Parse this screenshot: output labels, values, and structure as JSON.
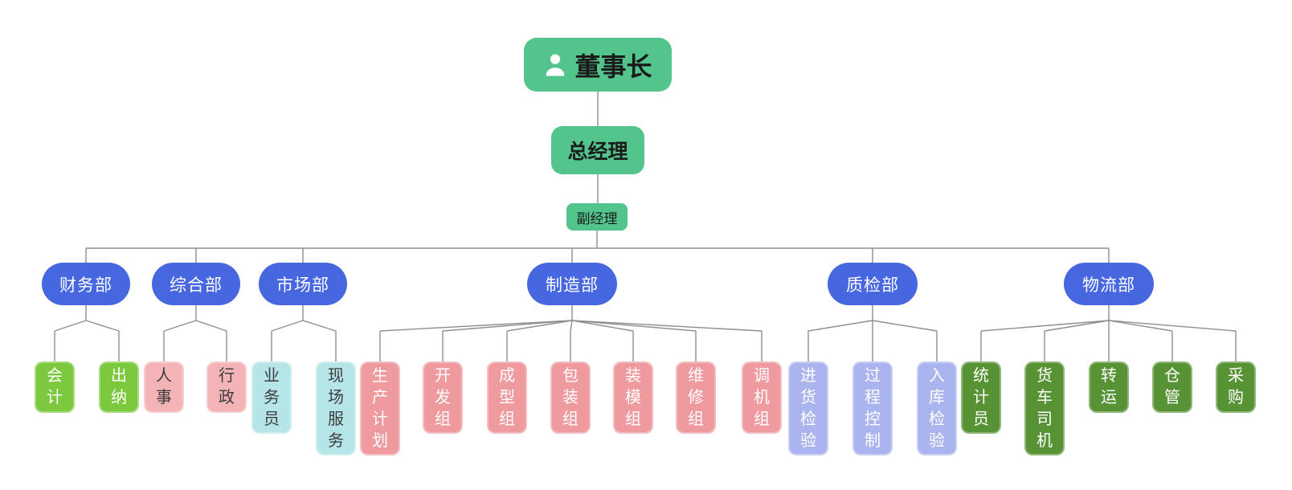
{
  "page": {
    "background_color": "#ffffff",
    "description": "Company organizational chart"
  },
  "org_chart": {
    "palettes": {
      "executive": {
        "bg": "#52c48c",
        "text": "#1b1b1b"
      },
      "department": {
        "bg": "#4767e1",
        "text": "#ffffff"
      },
      "finance": {
        "bg": "#7cc83e",
        "text": "#ffffff"
      },
      "admin": {
        "bg": "#f4b3b7",
        "text": "#3c3c3c"
      },
      "market": {
        "bg": "#b6e5e8",
        "text": "#3c3c3c"
      },
      "manufacture": {
        "bg": "#ef9a9e",
        "text": "#ffffff"
      },
      "quality": {
        "bg": "#aab4ee",
        "text": "#ffffff"
      },
      "logistics": {
        "bg": "#579334",
        "text": "#ffffff"
      }
    },
    "connector_color": "#8f8f8f",
    "root": {
      "id": "chairman",
      "label": "董事长",
      "palette": "executive",
      "icon": "person-icon",
      "children": [
        {
          "id": "general-manager",
          "label": "总经理",
          "palette": "executive",
          "children": [
            {
              "id": "deputy-manager",
              "label": "副经理",
              "palette": "executive",
              "children": [
                {
                  "id": "finance-dept",
                  "label": "财务部",
                  "palette": "department",
                  "children": [
                    {
                      "id": "accountant",
                      "label": "会计",
                      "palette": "finance"
                    },
                    {
                      "id": "cashier",
                      "label": "出纳",
                      "palette": "finance"
                    }
                  ]
                },
                {
                  "id": "general-affairs-dept",
                  "label": "综合部",
                  "palette": "department",
                  "children": [
                    {
                      "id": "hr",
                      "label": "人事",
                      "palette": "admin"
                    },
                    {
                      "id": "administration",
                      "label": "行政",
                      "palette": "admin"
                    }
                  ]
                },
                {
                  "id": "marketing-dept",
                  "label": "市场部",
                  "palette": "department",
                  "children": [
                    {
                      "id": "salesman",
                      "label": "业务员",
                      "palette": "market"
                    },
                    {
                      "id": "field-service",
                      "label": "现场服务",
                      "palette": "market"
                    }
                  ]
                },
                {
                  "id": "manufacturing-dept",
                  "label": "制造部",
                  "palette": "department",
                  "children": [
                    {
                      "id": "production-planning",
                      "label": "生产计划",
                      "palette": "manufacture"
                    },
                    {
                      "id": "development-group",
                      "label": "开发组",
                      "palette": "manufacture"
                    },
                    {
                      "id": "molding-group",
                      "label": "成型组",
                      "palette": "manufacture"
                    },
                    {
                      "id": "packaging-group",
                      "label": "包装组",
                      "palette": "manufacture"
                    },
                    {
                      "id": "mold-installation-group",
                      "label": "装模组",
                      "palette": "manufacture"
                    },
                    {
                      "id": "maintenance-group",
                      "label": "维修组",
                      "palette": "manufacture"
                    },
                    {
                      "id": "machine-adjustment-group",
                      "label": "调机组",
                      "palette": "manufacture"
                    }
                  ]
                },
                {
                  "id": "quality-inspection-dept",
                  "label": "质检部",
                  "palette": "department",
                  "children": [
                    {
                      "id": "incoming-inspection",
                      "label": "进货检验",
                      "palette": "quality"
                    },
                    {
                      "id": "process-control",
                      "label": "过程控制",
                      "palette": "quality"
                    },
                    {
                      "id": "warehousing-inspection",
                      "label": "入库检验",
                      "palette": "quality"
                    }
                  ]
                },
                {
                  "id": "logistics-dept",
                  "label": "物流部",
                  "palette": "department",
                  "children": [
                    {
                      "id": "statistician",
                      "label": "统计员",
                      "palette": "logistics"
                    },
                    {
                      "id": "truck-driver",
                      "label": "货车司机",
                      "palette": "logistics"
                    },
                    {
                      "id": "transfer",
                      "label": "转运",
                      "palette": "logistics"
                    },
                    {
                      "id": "warehouse-keeper",
                      "label": "仓管",
                      "palette": "logistics"
                    },
                    {
                      "id": "procurement",
                      "label": "采购",
                      "palette": "logistics"
                    }
                  ]
                }
              ]
            }
          ]
        }
      ]
    }
  }
}
